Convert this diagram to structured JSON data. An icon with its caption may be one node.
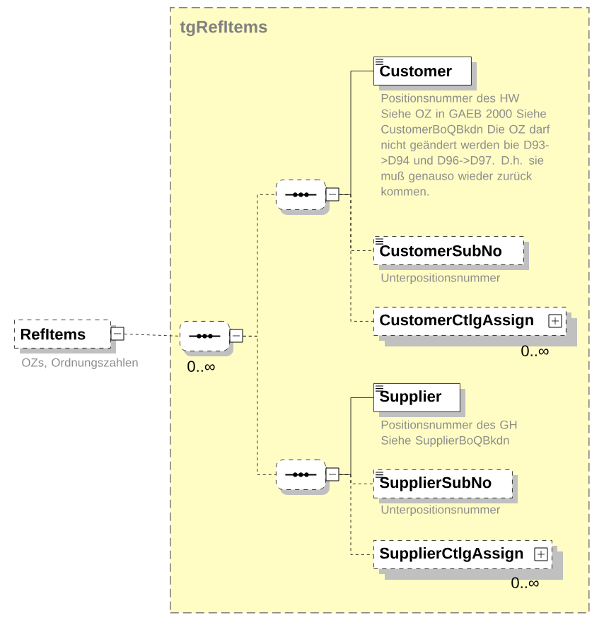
{
  "diagram": {
    "nodes": [
      {
        "text": [
          "tgRefItems"
        ]
      },
      {
        "text": [
          "RefItems"
        ],
        "beside": [
          "OZs, Ordnungszahlen"
        ]
      },
      {
        "text": [],
        "shape": "box",
        "in": 0,
        "beside": [
          "0..∞"
        ]
      },
      {
        "text": [],
        "shape": "box",
        "in": 0
      },
      {
        "text": [
          "Customer"
        ],
        "in": 0,
        "beside": [
          "Positionsnummer des HW Siehe OZ in GAEB 2000 Siehe CustomerBoQBkdn Die OZ darf nicht geändert werden bie D93->D94 und D96->D97. D.h. sie muß genauso wieder zurück kommen."
        ]
      },
      {
        "text": [
          "CustomerSubNo"
        ],
        "in": 0,
        "beside": [
          "Unterpositionsnummer"
        ]
      },
      {
        "text": [
          "CustomerCtlgAssign"
        ],
        "in": 0,
        "beside": [
          "0..∞"
        ]
      },
      {
        "text": [],
        "shape": "box",
        "in": 0
      },
      {
        "text": [
          "Supplier"
        ],
        "in": 0,
        "beside": [
          "Positionsnummer des GH Siehe SupplierBoQBkdn"
        ]
      },
      {
        "text": [
          "SupplierSubNo"
        ],
        "in": 0,
        "beside": [
          "Unterpositionsnummer"
        ]
      },
      {
        "text": [
          "SupplierCtlgAssign"
        ],
        "in": 0,
        "beside": [
          "0..∞"
        ]
      }
    ],
    "edges": [
      {
        "from": 1,
        "to": 2,
        "arrow": "none",
        "style": "dashed"
      },
      {
        "from": 2,
        "to": 3,
        "arrow": "none",
        "style": "dashed"
      },
      {
        "from": 2,
        "to": 7,
        "arrow": "none",
        "style": "dashed"
      },
      {
        "from": 3,
        "to": 4,
        "arrow": "none"
      },
      {
        "from": 3,
        "to": 5,
        "arrow": "none",
        "style": "dashed"
      },
      {
        "from": 3,
        "to": 6,
        "arrow": "none",
        "style": "dashed"
      },
      {
        "from": 7,
        "to": 8,
        "arrow": "none"
      },
      {
        "from": 7,
        "to": 9,
        "arrow": "none",
        "style": "dashed"
      },
      {
        "from": 7,
        "to": 10,
        "arrow": "none",
        "style": "dashed"
      }
    ]
  }
}
